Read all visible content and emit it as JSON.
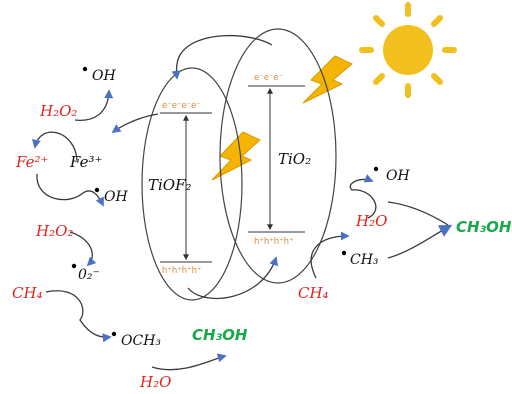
{
  "colors": {
    "red": "#e0231f",
    "green": "#18a84a",
    "black": "#111111",
    "orange": "#e08a3a",
    "sun": "#f2c01c",
    "lightning": "#f5b400",
    "arrowhead": "#4a72c4",
    "curve": "#3a3a3a"
  },
  "icons": [
    "sun-icon",
    "lightning-bolt-icon",
    "lightning-bolt-icon"
  ],
  "labels": {
    "oh_top": "OH",
    "h2o2_top": "H₂O₂",
    "fe2": "Fe²⁺",
    "fe3": "Fe³⁺",
    "oh_mid": "OH",
    "h2o2_mid": "H₂O₂",
    "o2_radical": "0₂⁻",
    "ch4_left": "CH₄",
    "och3": "OCH₃",
    "ch3oh_bottom": "CH₃OH",
    "h2o_bottom": "H₂O",
    "tiof2": "TiOF₂",
    "tio2": "TiO₂",
    "tiof2_electrons": "e⁻e⁻e⁻e⁻",
    "tiof2_holes": "h⁺h⁺h⁺h⁺",
    "tio2_electrons": "e⁻e⁻e⁻",
    "tio2_holes": "h⁺h⁺h⁺h⁺",
    "oh_right": "OH",
    "h2o_right": "H₂O",
    "ch3_right": "CH₃",
    "ch4_right": "CH₄",
    "ch3oh_right": "CH₃OH"
  }
}
